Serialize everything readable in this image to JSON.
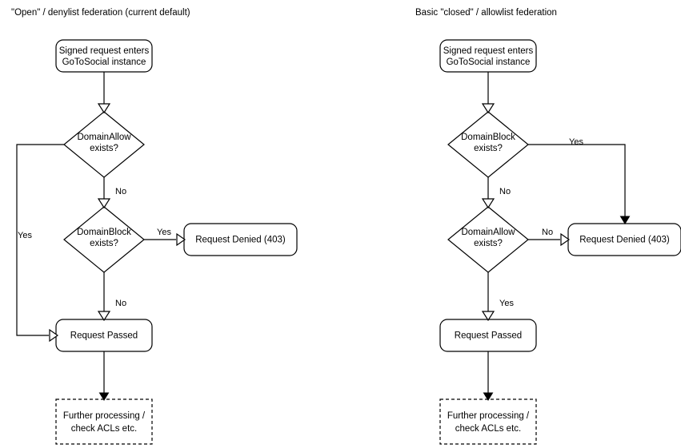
{
  "diagram": {
    "title_left": "\"Open\" / denylist federation (current default)",
    "title_right": "Basic \"closed\" / allowlist federation",
    "stroke_color": "#000000",
    "fill_color": "#ffffff",
    "background": "#ffffff"
  },
  "panels": [
    {
      "id": "open-denylist",
      "title": "\"Open\" / denylist federation (current default)",
      "nodes": {
        "entry": "Signed request enters\nGoToSocial instance",
        "entry_line1": "Signed request enters",
        "entry_line2": "GoToSocial instance",
        "decision1": "DomainAllow\nexists?",
        "decision1_line1": "DomainAllow",
        "decision1_line2": "exists?",
        "decision2": "DomainBlock\nexists?",
        "decision2_line1": "DomainBlock",
        "decision2_line2": "exists?",
        "denied": "Request Denied (403)",
        "passed": "Request Passed",
        "further_line1": "Further processing /",
        "further_line2": "check ACLs etc."
      },
      "edge_labels": {
        "allow_yes": "Yes",
        "allow_no": "No",
        "block_yes": "Yes",
        "block_no": "No"
      }
    },
    {
      "id": "closed-allowlist",
      "title": "Basic \"closed\" / allowlist federation",
      "nodes": {
        "entry": "Signed request enters\nGoToSocial instance",
        "entry_line1": "Signed request enters",
        "entry_line2": "GoToSocial instance",
        "decision1": "DomainBlock\nexists?",
        "decision1_line1": "DomainBlock",
        "decision1_line2": "exists?",
        "decision2": "DomainAllow\nexists?",
        "decision2_line1": "DomainAllow",
        "decision2_line2": "exists?",
        "denied": "Request Denied (403)",
        "passed": "Request Passed",
        "further_line1": "Further processing /",
        "further_line2": "check ACLs etc."
      },
      "edge_labels": {
        "block_yes": "Yes",
        "block_no": "No",
        "allow_no": "No",
        "allow_yes": "Yes"
      }
    }
  ]
}
